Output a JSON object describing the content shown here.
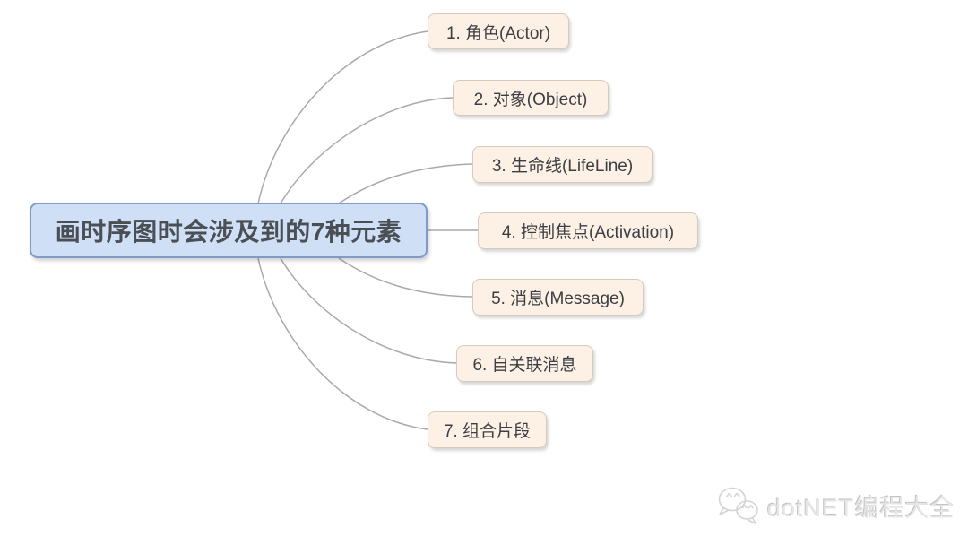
{
  "diagram": {
    "type": "mindmap",
    "root": {
      "label": "画时序图时会涉及到的7种元素"
    },
    "nodes": [
      {
        "label": "1. 角色(Actor)"
      },
      {
        "label": "2. 对象(Object)"
      },
      {
        "label": "3. 生命线(LifeLine)"
      },
      {
        "label": "4. 控制焦点(Activation)"
      },
      {
        "label": "5. 消息(Message)"
      },
      {
        "label": "6. 自关联消息"
      },
      {
        "label": "7. 组合片段"
      }
    ]
  },
  "watermark": {
    "icon": "wechat-icon",
    "text": "dotNET编程大全"
  },
  "colors": {
    "root_fill": "#cfe0f6",
    "root_border": "#8399c9",
    "node_fill": "#fdf0e5",
    "node_border": "#d6cabb",
    "connector": "#a9a9a9",
    "watermark_text": "#e6e6e6",
    "background": "#ffffff"
  }
}
